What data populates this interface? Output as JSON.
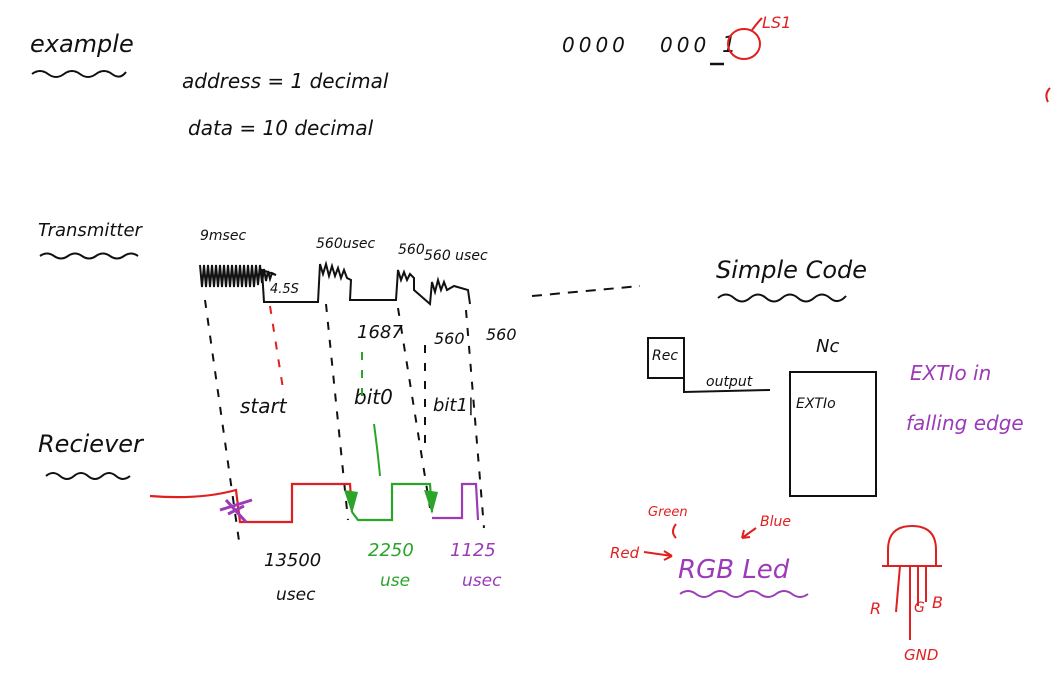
{
  "colors": {
    "ink": "#111111",
    "red": "#e02020",
    "green": "#2aa52a",
    "purple": "#9b3bb8"
  },
  "example": {
    "heading": "example",
    "address_line": "address = 1 decimal",
    "data_line": "data = 10 decimal",
    "bits_group1": "0000",
    "bits_group2": "000",
    "circled_bit": "1",
    "lsb_label": "LS1"
  },
  "transmitter": {
    "label": "Transmitter",
    "t1": "9msec",
    "t2": "4.5S",
    "t3": "560usec",
    "t4": "560",
    "t5": "560 usec",
    "t6": "1687",
    "t7": "560",
    "t8": "560",
    "start": "start",
    "bit0": "bit0",
    "bit1": "bit1|"
  },
  "receiver": {
    "label": "Reciever",
    "d1": "13500",
    "d1_unit": "usec",
    "d2": "2250",
    "d2_unit": "use",
    "d3": "1125",
    "d3_unit": "usec"
  },
  "code": {
    "title": "Simple Code",
    "rec_box": "Rec",
    "output": "output",
    "nc": "Nc",
    "extio_box": "EXTIo",
    "extio_note1": "EXTIo in",
    "extio_note2": "falling edge"
  },
  "led": {
    "green": "Green",
    "blue": "Blue",
    "red": "Red",
    "title": "RGB Led",
    "pin_r": "R",
    "pin_g": "G",
    "pin_b": "B",
    "gnd": "GND"
  }
}
